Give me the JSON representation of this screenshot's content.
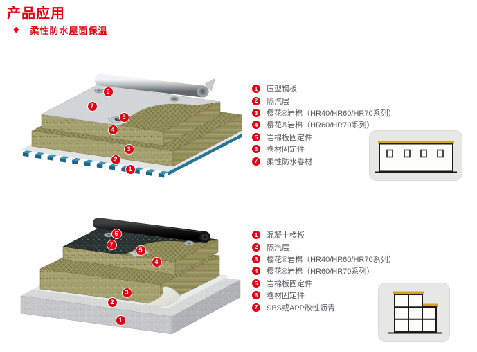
{
  "page": {
    "title": "产品应用",
    "subtitle": "柔性防水屋面保温",
    "bullet_glyph": "◆"
  },
  "colors": {
    "accent_red": "#e60012",
    "legend_text": "#57585b",
    "roof_yellow": "#d4a514",
    "steel_deck_teal": "#1d6486",
    "rockwool_olive": "#8f8b57",
    "membrane_gray": "#d2d5d7",
    "bitumen_dark": "#27302e",
    "concrete_gray": "#c6c7c8",
    "icon_panel_gray": "#e7e7e5"
  },
  "sections": [
    {
      "id": "steel-deck-roof",
      "icon": "single-story-building-icon",
      "legend": [
        {
          "num": "1",
          "label": "压型钢板"
        },
        {
          "num": "2",
          "label": "隔汽层"
        },
        {
          "num": "3",
          "label": "樱花®岩棉（HR40/HR60/HR70系列）"
        },
        {
          "num": "4",
          "label": "樱花®岩棉（HR60/HR70系列）"
        },
        {
          "num": "5",
          "label": "岩棉板固定件"
        },
        {
          "num": "6",
          "label": "卷材固定件"
        },
        {
          "num": "7",
          "label": "柔性防水卷材"
        }
      ]
    },
    {
      "id": "concrete-roof",
      "icon": "multi-story-building-icon",
      "legend": [
        {
          "num": "1",
          "label": "混凝土楼板"
        },
        {
          "num": "2",
          "label": "隔汽层"
        },
        {
          "num": "3",
          "label": "樱花®岩棉（HR40/HR60/HR70系列）"
        },
        {
          "num": "4",
          "label": "樱花®岩棉（HR60/HR70系列）"
        },
        {
          "num": "5",
          "label": "岩棉板固定件"
        },
        {
          "num": "6",
          "label": "卷材固定件"
        },
        {
          "num": "7",
          "label": "SBS或APP改性沥青"
        }
      ]
    }
  ]
}
